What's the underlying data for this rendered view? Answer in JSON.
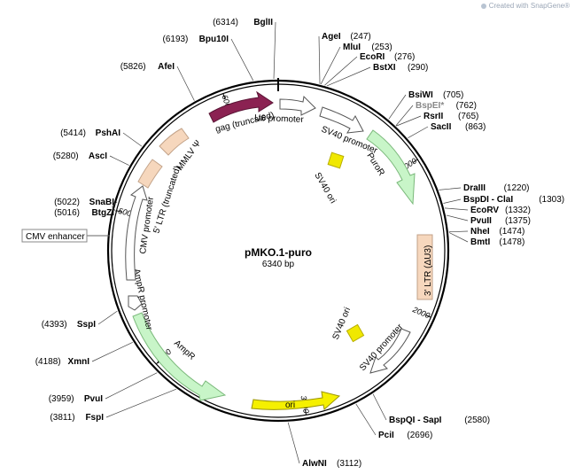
{
  "watermark": "Created with SnapGene®",
  "plasmid": {
    "name": "pMKO.1-puro",
    "size_label": "6340 bp",
    "length": 6340
  },
  "ticks": [
    {
      "pos": 1000,
      "label": "1000"
    },
    {
      "pos": 2000,
      "label": "2000"
    },
    {
      "pos": 3000,
      "label": "3000"
    },
    {
      "pos": 4000,
      "label": "4000"
    },
    {
      "pos": 5000,
      "label": "5000"
    },
    {
      "pos": 6000,
      "label": "6000"
    }
  ],
  "sites_right": [
    {
      "name": "AgeI",
      "pos": "(247)",
      "bp": 247
    },
    {
      "name": "MluI",
      "pos": "(253)",
      "bp": 253
    },
    {
      "name": "EcoRI",
      "pos": "(276)",
      "bp": 276
    },
    {
      "name": "BstXI",
      "pos": "(290)",
      "bp": 290
    },
    {
      "name": "BsiWI",
      "pos": "(705)",
      "bp": 705
    },
    {
      "name": "BspEI*",
      "pos": "(762)",
      "bp": 762,
      "muted": true
    },
    {
      "name": "RsrII",
      "pos": "(765)",
      "bp": 765
    },
    {
      "name": "SacII",
      "pos": "(863)",
      "bp": 863
    },
    {
      "name": "DraIII",
      "pos": "(1220)",
      "bp": 1220
    },
    {
      "name": "BspDI - ClaI",
      "pos": "(1303)",
      "bp": 1303
    },
    {
      "name": "EcoRV",
      "pos": "(1332)",
      "bp": 1332
    },
    {
      "name": "PvuII",
      "pos": "(1375)",
      "bp": 1375
    },
    {
      "name": "NheI",
      "pos": "(1474)",
      "bp": 1474
    },
    {
      "name": "BmtI",
      "pos": "(1478)",
      "bp": 1478
    },
    {
      "name": "BspQI - SapI",
      "pos": "(2580)",
      "bp": 2580
    },
    {
      "name": "PciI",
      "pos": "(2696)",
      "bp": 2696
    },
    {
      "name": "AlwNI",
      "pos": "(3112)",
      "bp": 3112
    }
  ],
  "sites_left": [
    {
      "name": "BglII",
      "pos": "(6314)",
      "bp": 6314
    },
    {
      "name": "Bpu10I",
      "pos": "(6193)",
      "bp": 6193
    },
    {
      "name": "AfeI",
      "pos": "(5826)",
      "bp": 5826
    },
    {
      "name": "PshAI",
      "pos": "(5414)",
      "bp": 5414
    },
    {
      "name": "AscI",
      "pos": "(5280)",
      "bp": 5280
    },
    {
      "name": "SnaBI",
      "pos": "(5022)",
      "bp": 5022
    },
    {
      "name": "BtgZI",
      "pos": "(5016)",
      "bp": 5016
    },
    {
      "name": "SspI",
      "pos": "(4393)",
      "bp": 4393
    },
    {
      "name": "XmnI",
      "pos": "(4188)",
      "bp": 4188
    },
    {
      "name": "PvuI",
      "pos": "(3959)",
      "bp": 3959
    },
    {
      "name": "FspI",
      "pos": "(3811)",
      "bp": 3811
    }
  ],
  "features": [
    {
      "name": "gag (truncated)",
      "color": "#8b2252"
    },
    {
      "name": "U6 promoter",
      "color": "#ffffff"
    },
    {
      "name": "SV40 promoter",
      "color": "#ffffff"
    },
    {
      "name": "PuroR",
      "color": "#c8f5c8"
    },
    {
      "name": "SV40 ori",
      "color": "#f0e800"
    },
    {
      "name": "3' LTR (ΔU3)",
      "color": "#f6d7bd"
    },
    {
      "name": "SV40 ori",
      "color": "#f0e800"
    },
    {
      "name": "SV40 promoter",
      "color": "#ffffff"
    },
    {
      "name": "ori",
      "color": "#f5f000"
    },
    {
      "name": "AmpR",
      "color": "#c8f5c8"
    },
    {
      "name": "AmpR promoter",
      "color": "#ffffff"
    },
    {
      "name": "CMV promoter",
      "color": "#ffffff"
    },
    {
      "name": "5' LTR (truncated)",
      "color": "#f6d7bd"
    },
    {
      "name": "MMLV Ψ",
      "color": "#f6d7bd"
    }
  ],
  "cmv_enhancer": {
    "name": "CMV enhancer"
  }
}
